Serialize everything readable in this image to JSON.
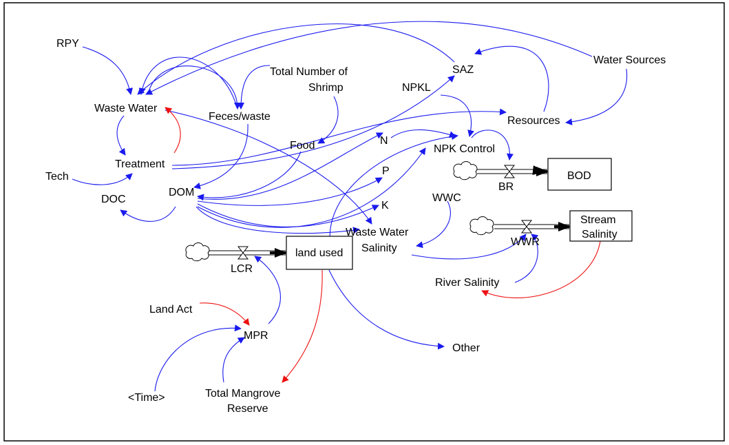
{
  "colors": {
    "positive_link": "#1a1aee",
    "negative_link": "#ee1111",
    "stock_border": "#000000",
    "text": "#000000",
    "frame": "#000000"
  },
  "variables": {
    "rpy": "RPY",
    "waste_water": "Waste Water",
    "feces_waste": "Feces/waste",
    "total_number_shrimp_1": "Total Number of",
    "total_number_shrimp_2": "Shrimp",
    "saz": "SAZ",
    "npkl": "NPKL",
    "water_sources": "Water Sources",
    "resources": "Resources",
    "food": "Food",
    "treatment": "Treatment",
    "tech": "Tech",
    "n": "N",
    "p": "P",
    "k": "K",
    "npk_control": "NPK Control",
    "doc": "DOC",
    "dom": "DOM",
    "wwc": "WWC",
    "waste_water_salinity_1": "Waste Water",
    "waste_water_salinity_2": "Salinity",
    "river_salinity": "River Salinity",
    "land_act": "Land Act",
    "mpr": "MPR",
    "time": "<Time>",
    "total_mangrove_reserve_1": "Total Mangrove",
    "total_mangrove_reserve_2": "Reserve",
    "other": "Other"
  },
  "stocks": {
    "bod": "BOD",
    "land_used": "land used",
    "stream_salinity_1": "Stream",
    "stream_salinity_2": "Salinity"
  },
  "flows": {
    "br": "BR",
    "lcr": "LCR",
    "wwr": "WWR"
  },
  "icons": {
    "source_cloud": "cloud-icon",
    "valve": "valve-icon",
    "arrowhead": "arrowhead-icon"
  }
}
